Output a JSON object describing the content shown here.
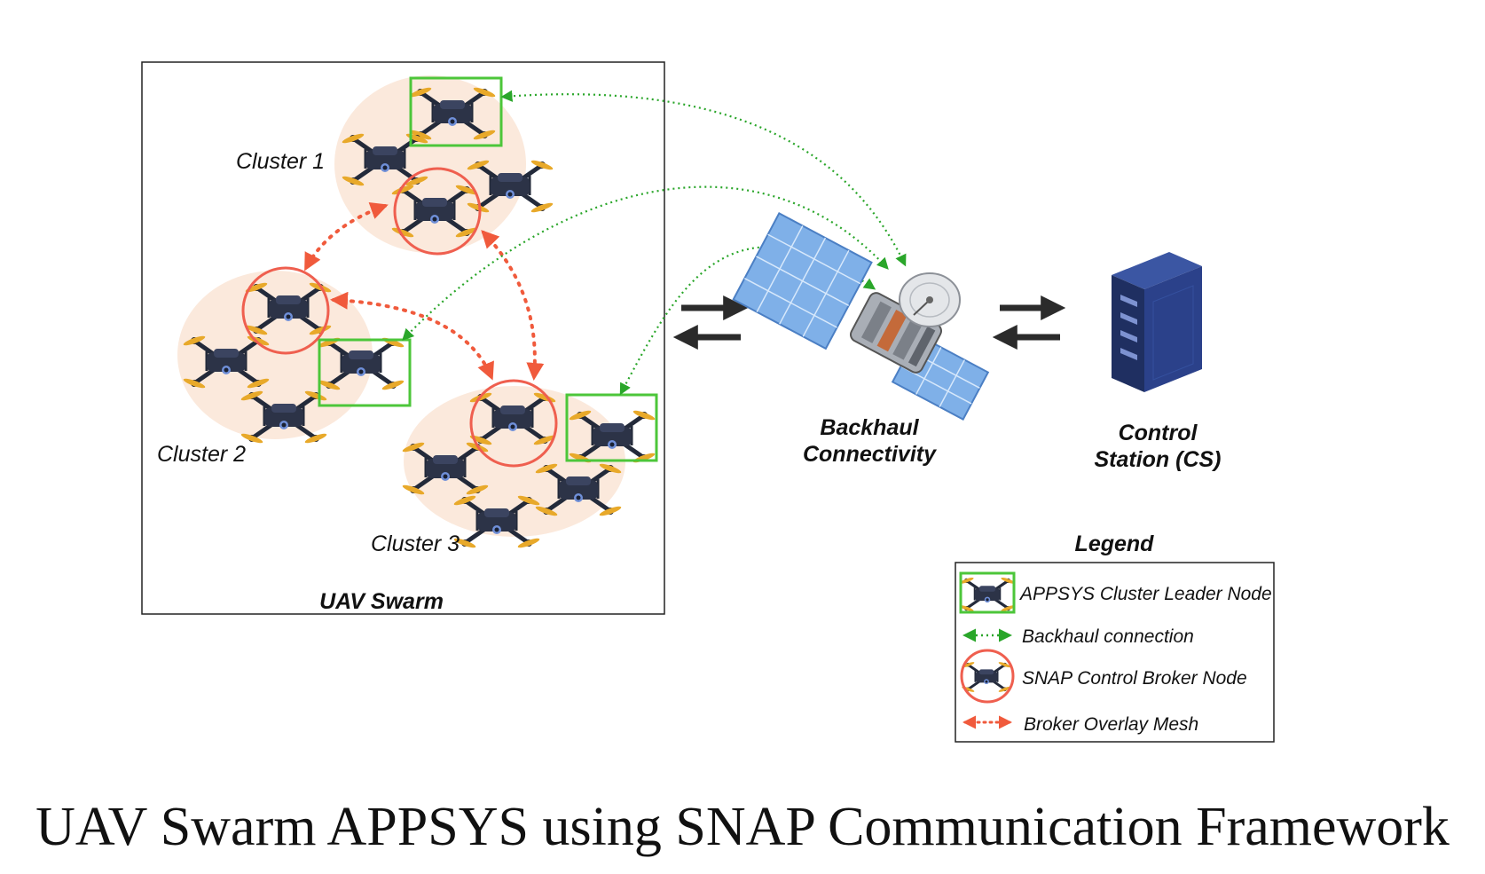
{
  "swarm": {
    "title": "UAV Swarm",
    "clusters": [
      "Cluster 1",
      "Cluster 2",
      "Cluster 3"
    ]
  },
  "backhaul": {
    "line1": "Backhaul",
    "line2": "Connectivity"
  },
  "control_station": {
    "line1": "Control",
    "line2": "Station (CS)"
  },
  "legend": {
    "title": "Legend",
    "items": [
      {
        "label": "APPSYS Cluster Leader Node",
        "icon": "leader-drone-green-box-icon"
      },
      {
        "label": "Backhaul connection",
        "icon": "green-dotted-double-arrow-icon"
      },
      {
        "label": "SNAP Control Broker Node",
        "icon": "broker-drone-red-circle-icon"
      },
      {
        "label": "Broker Overlay Mesh",
        "icon": "red-dotted-double-arrow-icon"
      }
    ]
  },
  "caption": "UAV Swarm APPSYS using SNAP Communication Framework",
  "colors": {
    "leader": "#4cc63a",
    "backhaul": "#2aa62a",
    "broker": "#ef5f4f",
    "mesh": "#f05a3c",
    "cluster_bg": "#fbe9dc",
    "drone": "#2c3347",
    "propeller": "#e8a92a",
    "server": "#273a75"
  }
}
